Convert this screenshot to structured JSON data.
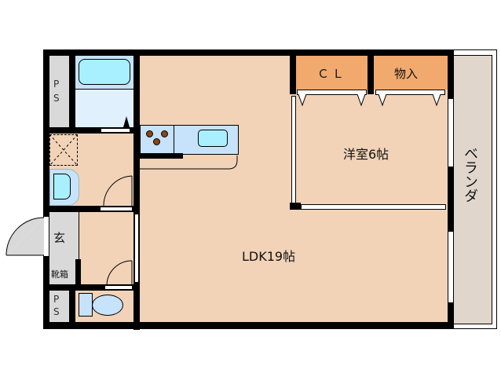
{
  "floorplan": {
    "rooms": {
      "ldk": {
        "label": "LDK19帖"
      },
      "western_room": {
        "label": "洋室6帖"
      },
      "closet": {
        "label": "ＣＬ"
      },
      "storage": {
        "label": "物入"
      },
      "balcony": {
        "label": "ベランダ"
      },
      "entrance": {
        "label": "玄"
      },
      "shoe_box": {
        "label": "靴箱"
      },
      "ps_top": {
        "label_p": "P",
        "label_s": "S"
      },
      "ps_bottom": {
        "label_p": "P",
        "label_s": "S"
      }
    },
    "colors": {
      "floor": "#f2d3b8",
      "closet": "#f1a96e",
      "wet_area": "#c7e2fb",
      "fixture": "#a8f0ff",
      "ps": "#d9d9d9",
      "balcony": "#e0d6cc",
      "wall": "#000000",
      "burner": "#8b4513"
    }
  }
}
